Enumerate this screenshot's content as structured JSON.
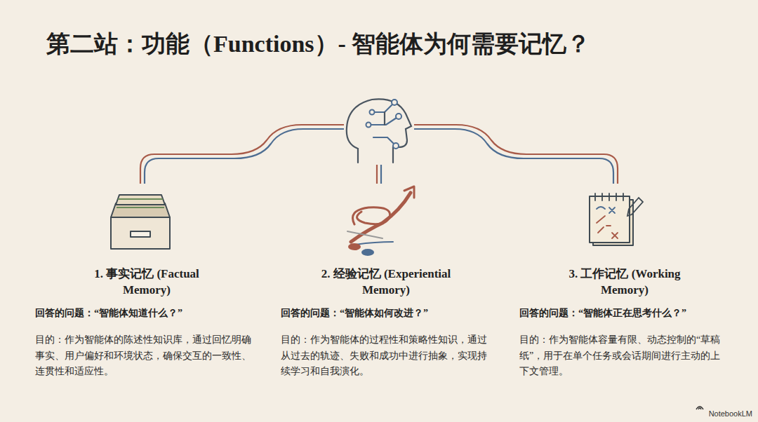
{
  "diagram": {
    "title": "第二站：功能（Functions）- 智能体为何需要记忆？",
    "nodes": [
      {
        "text": [
          "1. 事实记忆 (Factual Memory)",
          "回答的问题：“智能体知道什么？”",
          "目的：作为智能体的陈述性知识库，通过回忆明确事实、用户偏好和环境状态，确保交互的一致性、连贯性和适应性。"
        ]
      },
      {
        "text": [
          "2. 经验记忆 (Experiential Memory)",
          "回答的问题：“智能体如何改进？”",
          "目的：作为智能体的过程性和策略性知识，通过从过去的轨迹、失败和成功中进行抽象，实现持续学习和自我演化。"
        ]
      },
      {
        "text": [
          "3. 工作记忆 (Working Memory)",
          "回答的问题：“智能体正在思考什么？”",
          "目的：作为智能体容量有限、动态控制的“草稿纸”，用于在单个任务或会话期间进行主动的上下文管理。"
        ]
      }
    ],
    "labels": [
      "NotebookLM"
    ]
  }
}
